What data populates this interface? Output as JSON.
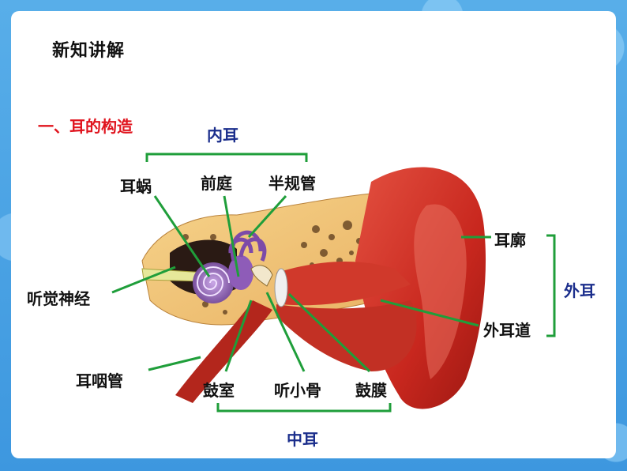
{
  "slide": {
    "title": "新知讲解",
    "section_heading": "一、耳的构造"
  },
  "groups": {
    "inner_ear": "内耳",
    "middle_ear": "中耳",
    "outer_ear": "外耳"
  },
  "labels": {
    "cochlea": "耳蜗",
    "vestibule": "前庭",
    "semicircular_canals": "半规管",
    "auditory_nerve": "听觉神经",
    "eustachian_tube": "耳咽管",
    "tympanic_cavity": "鼓室",
    "ossicles": "听小骨",
    "eardrum": "鼓膜",
    "auricle": "耳廓",
    "ear_canal": "外耳道"
  },
  "colors": {
    "section_heading": "#e0141e",
    "group_text": "#1b2e8c",
    "leader_lines": "#1f9e3a",
    "background": "#4aa3e6"
  }
}
